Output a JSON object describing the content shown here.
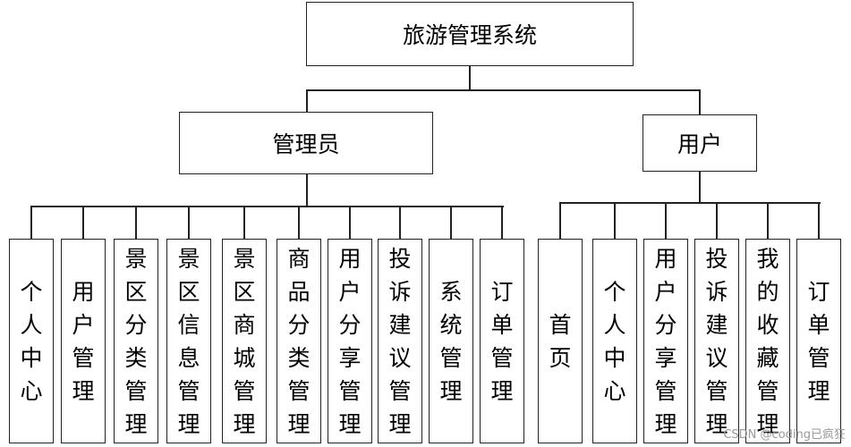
{
  "root": {
    "label": "旅游管理系统"
  },
  "roles": {
    "admin": {
      "label": "管理员",
      "modules": [
        "个人中心",
        "用户管理",
        "景区分类管理",
        "景区信息管理",
        "景区商城管理",
        "商品分类管理",
        "用户分享管理",
        "投诉建议管理",
        "系统管理",
        "订单管理"
      ]
    },
    "user": {
      "label": "用户",
      "modules": [
        "首页",
        "个人中心",
        "用户分享管理",
        "投诉建议管理",
        "我的收藏管理",
        "订单管理"
      ]
    }
  },
  "watermark": "CSDN @coding已疯狂"
}
